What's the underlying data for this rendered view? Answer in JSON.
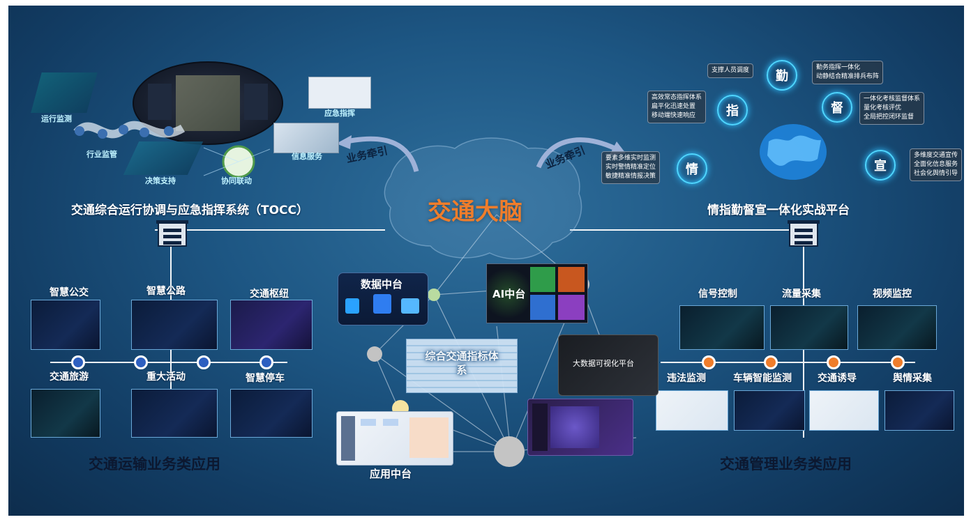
{
  "center": {
    "title": "交通大脑",
    "left_arrow": "业务牵引",
    "right_arrow": "业务牵引"
  },
  "tocc": {
    "title": "交通综合运行协调与应急指挥系统（TOCC）",
    "items": [
      "运行监测",
      "行业监管",
      "决策支持",
      "协同联动",
      "信息服务",
      "应急指挥"
    ]
  },
  "platform": {
    "title": "情指勤督宣一体化实战平台",
    "rings": [
      "指",
      "勤",
      "督",
      "情",
      "宣"
    ],
    "boxes": [
      {
        "lines": [
          "支撑人员调度"
        ]
      },
      {
        "lines": [
          "勤务指挥一体化",
          "动静结合精准排兵布阵"
        ]
      },
      {
        "lines": [
          "高效常态指挥体系",
          "扁平化迅速处置",
          "移动端快速响应"
        ]
      },
      {
        "lines": [
          "一体化考核监督体系",
          "量化考核评优",
          "全局把控闭环监督"
        ]
      },
      {
        "lines": [
          "要素多维实时监测",
          "实时警情精准定位",
          "敏捷精准情报决策"
        ]
      },
      {
        "lines": [
          "多维度交通宣传",
          "全面化信息服务",
          "社会化舆情引导"
        ]
      }
    ]
  },
  "transport_apps": {
    "title": "交通运输业务类应用",
    "top": [
      "智慧公交",
      "智慧公路",
      "交通枢纽"
    ],
    "bottom": [
      "交通旅游",
      "重大活动",
      "智慧停车"
    ]
  },
  "management_apps": {
    "title": "交通管理业务类应用",
    "top": [
      "信号控制",
      "流量采集",
      "视频监控"
    ],
    "bottom": [
      "违法监测",
      "车辆智能监测",
      "交通诱导",
      "舆情采集"
    ]
  },
  "middle": {
    "data_center": "数据中台",
    "ai_center": "AI中台",
    "indicator": "综合交通指标体系",
    "bigdata": "大数据可视化平台",
    "app_center": "应用中台"
  },
  "colors": {
    "accent_orange": "#ef7d2b",
    "node_blue": "#2d5fc0",
    "glow_cyan": "#4fd6ff"
  }
}
